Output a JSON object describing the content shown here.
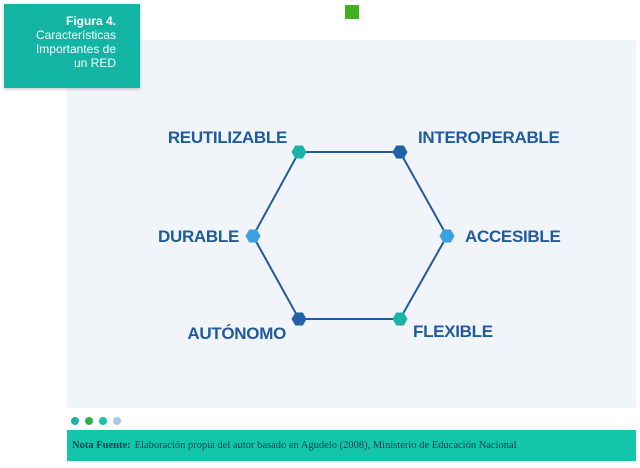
{
  "figure": {
    "number": "Figura 4.",
    "title_lines": [
      "Características",
      "Importantes de",
      "un RED"
    ]
  },
  "colors": {
    "teal": "#12b5a3",
    "navy": "#1f5c9e",
    "dark_blue_node": "#2161a8",
    "light_blue_node": "#3ba0e0",
    "teal_node": "#1ab3a6",
    "green_square": "#3fb01d"
  },
  "hexagon": {
    "nodes": [
      {
        "label": "REUTILIZABLE",
        "color": "teal_node"
      },
      {
        "label": "INTEROPERABLE",
        "color": "dark_blue_node"
      },
      {
        "label": "ACCESIBLE",
        "color": "light_blue_node"
      },
      {
        "label": "FLEXIBLE",
        "color": "teal_node"
      },
      {
        "label": "AUTÓNOMO",
        "color": "dark_blue_node"
      },
      {
        "label": "DURABLE",
        "color": "light_blue_node"
      }
    ]
  },
  "pager_dots": [
    "#1fb0a8",
    "#2bb34a",
    "#15c2a8",
    "#a9c8ec"
  ],
  "note": {
    "key": "Nota Fuente:",
    "text": "Elaboración propia del autor basado en Agudelo (2008), Ministerio de Educación Nacional"
  }
}
